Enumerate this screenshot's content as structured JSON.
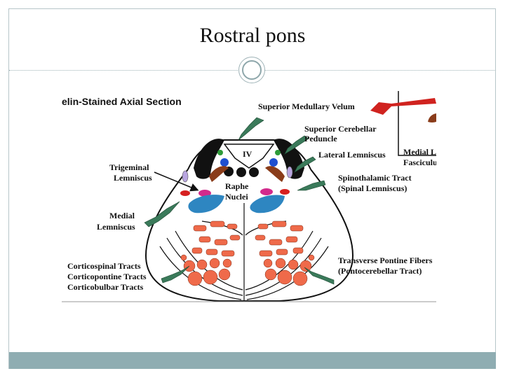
{
  "slide": {
    "title": "Rostral pons"
  },
  "figure": {
    "header": "elin-Stained Axial Section",
    "ventricle_label": "IV",
    "labels": {
      "superior_medullary_velum": "Superior Medullary Velum",
      "superior_cerebellar_peduncle_1": "Superior Cerebellar",
      "superior_cerebellar_peduncle_2": "Peduncle",
      "lateral_lemniscus": "Lateral Lemniscus",
      "trigeminal_lemniscus_1": "Trigeminal",
      "trigeminal_lemniscus_2": "Lemniscus",
      "raphe_nuclei_1": "Raphe",
      "raphe_nuclei_2": "Nuclei",
      "spinothalamic_1": "Spinothalamic Tract",
      "spinothalamic_2": "(Spinal Lemniscus)",
      "medial_lemniscus_1": "Medial",
      "medial_lemniscus_2": "Lemniscus",
      "corticospinal": "Corticospinal Tracts",
      "corticopontine": "Corticopontine Tracts",
      "corticobulbar": "Corticobulbar Tracts",
      "transverse_pontine_1": "Transverse Pontine Fibers",
      "transverse_pontine_2": "(Pontocerebellar Tract)",
      "inset_1": "Medial L",
      "inset_2": "Fasciculu"
    },
    "colors": {
      "arrow": "#3a7a5a",
      "red_arrow": "#d0231f",
      "peduncle": "#111111",
      "medial_lemniscus": "#2e86c1",
      "trigeminal_lemniscus": "#d22a8c",
      "spinothalamic": "#d62020",
      "tract_orange": "#ef6a4a",
      "brown_fiber": "#8a3c1a",
      "lateral_lemniscus": "#b9a6e0",
      "green_nucleus": "#2e9b3a",
      "blue_nucleus": "#1f4fd0"
    }
  }
}
